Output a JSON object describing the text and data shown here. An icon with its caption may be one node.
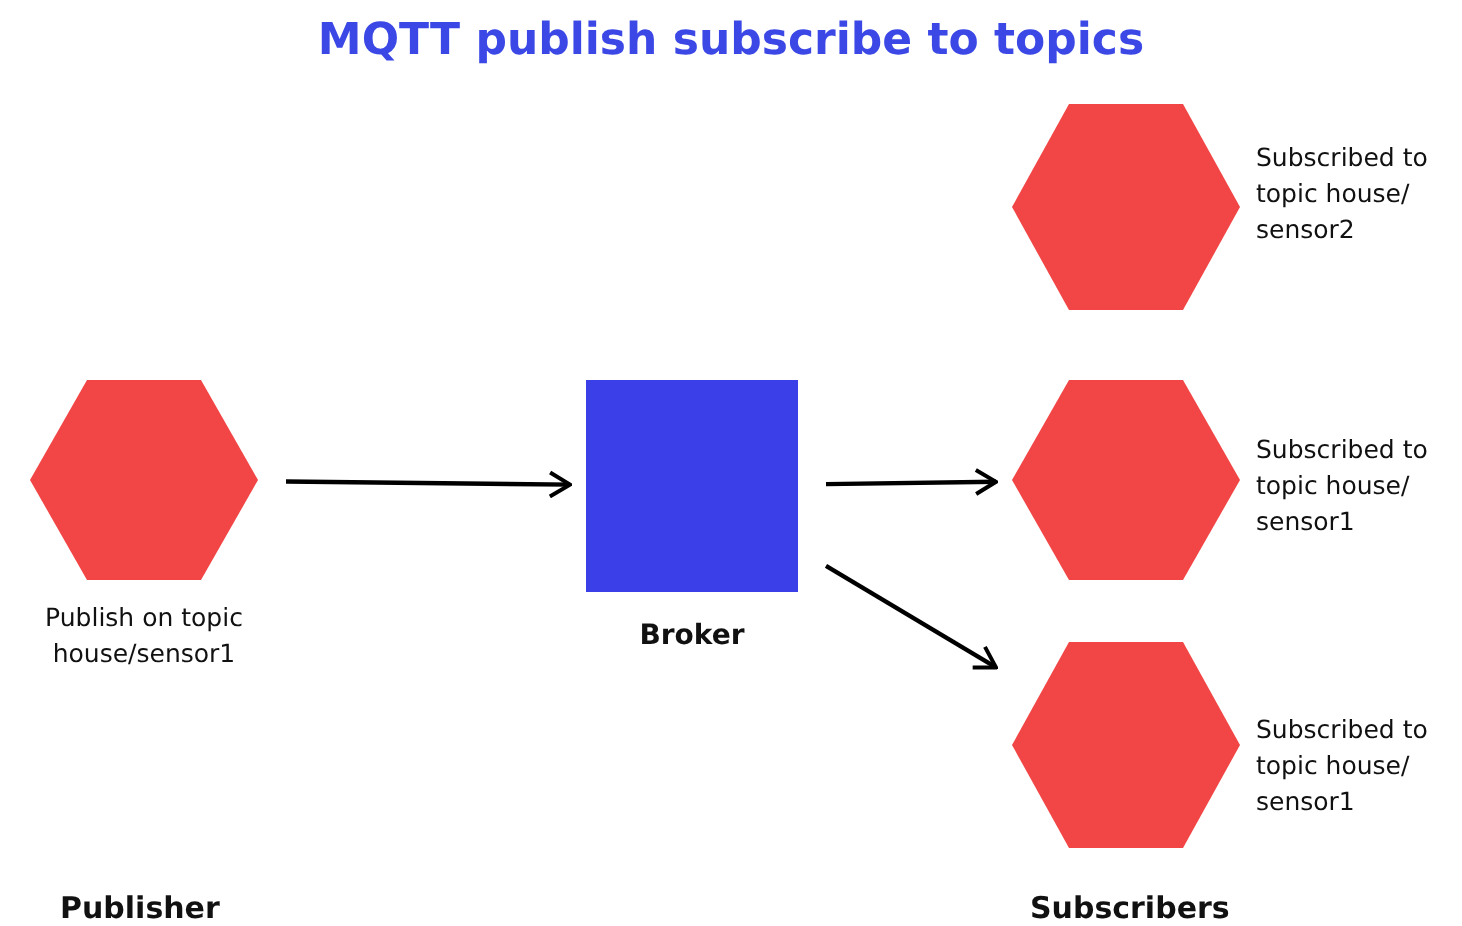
{
  "diagram": {
    "title": "MQTT publish subscribe to topics",
    "nodes": [
      {
        "text": [],
        "shape": "hexagon",
        "beside": [
          "Publish on topic house/sensor1"
        ]
      },
      {
        "text": [],
        "shape": "box",
        "beside": [
          "Broker"
        ]
      },
      {
        "text": [],
        "shape": "hexagon",
        "beside": [
          "Subscribed to topic house/ sensor2"
        ]
      },
      {
        "text": [],
        "shape": "hexagon",
        "beside": [
          "Subscribed to topic house/ sensor1"
        ]
      },
      {
        "text": [],
        "shape": "hexagon",
        "beside": [
          "Subscribed to topic house/ sensor1"
        ]
      }
    ],
    "edges": [
      {
        "from": 0,
        "to": 1,
        "arrow": "to"
      },
      {
        "from": 1,
        "to": 3,
        "arrow": "to"
      },
      {
        "from": 1,
        "to": 4,
        "arrow": "to"
      }
    ],
    "labels": [
      "Publisher",
      "Subscribers"
    ]
  }
}
